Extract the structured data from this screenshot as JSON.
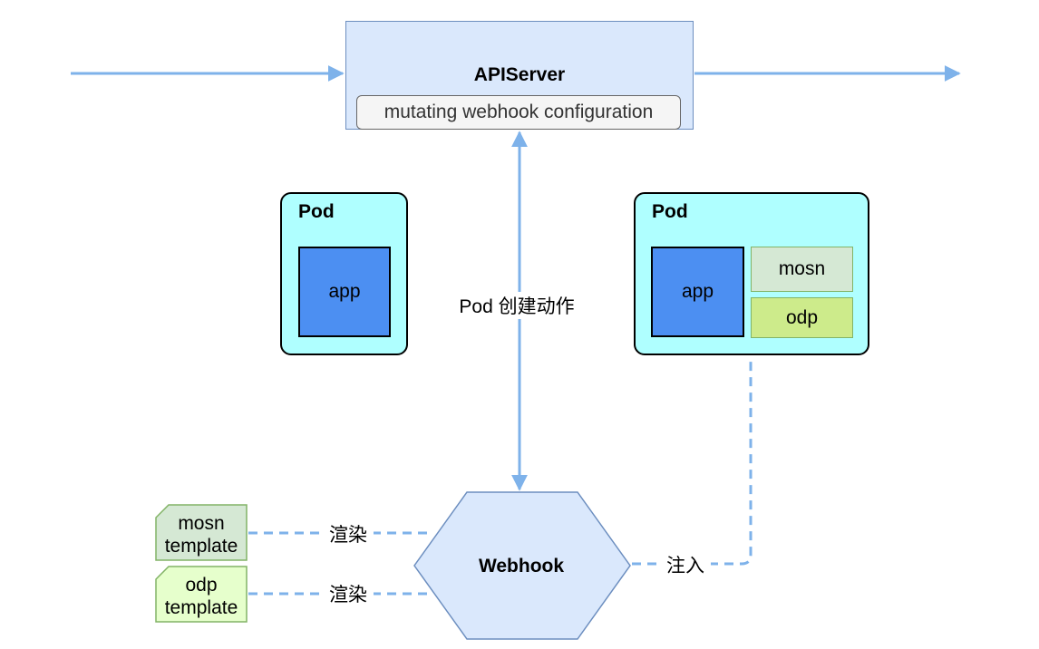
{
  "apiserver": {
    "title": "APIServer",
    "config_label": "mutating webhook configuration"
  },
  "pods": [
    {
      "title": "Pod",
      "containers": [
        "app"
      ]
    },
    {
      "title": "Pod",
      "containers": [
        "app",
        "mosn",
        "odp"
      ]
    }
  ],
  "edges": {
    "create_label": "Pod 创建动作",
    "render_label": "渲染",
    "inject_label": "注入"
  },
  "webhook": {
    "label": "Webhook"
  },
  "templates": [
    {
      "line1": "mosn",
      "line2": "template"
    },
    {
      "line1": "odp",
      "line2": "template"
    }
  ],
  "colors": {
    "arrow": "#7eb2ea",
    "apiserver_fill": "#dae8fc",
    "pod_fill": "#afffff",
    "app_fill": "#4c8ff2",
    "mosn_fill": "#d5e8d4",
    "odp_fill": "#cdeb8b"
  }
}
